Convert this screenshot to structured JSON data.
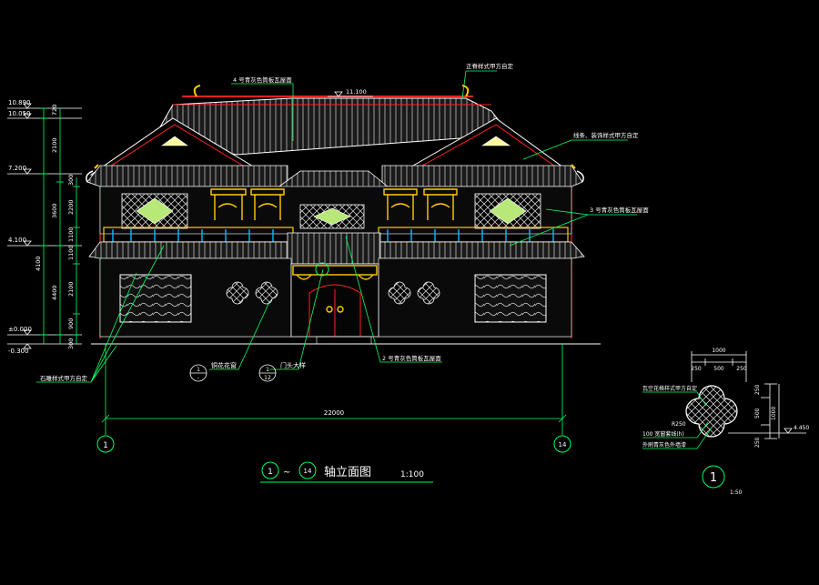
{
  "drawing": {
    "title": "轴立面图",
    "title_axis_from": "1",
    "title_tilde": "~",
    "title_axis_to": "14",
    "scale": "1:100"
  },
  "levels": [
    {
      "label": "10.890"
    },
    {
      "label": "10.050"
    },
    {
      "label": "7.200"
    },
    {
      "label": "4.100"
    },
    {
      "label": "±0.000"
    },
    {
      "label": "-0.300"
    }
  ],
  "dims_left": {
    "outer": [
      "720",
      "2100",
      "3600",
      "4100",
      "4400"
    ],
    "inner": [
      "300",
      "2200",
      "1100",
      "1100",
      "2100",
      "900",
      "300"
    ]
  },
  "ridge_level": "11.100",
  "overall_width": "22000",
  "axis_labels": [
    "1",
    "14"
  ],
  "callouts": [
    "4 号青灰色筒板瓦屋面",
    "正脊样式甲方自定",
    "线条、装饰样式甲方自定",
    "3 号青灰色筒板瓦屋面",
    "2 号青灰色筒板瓦屋面",
    "石雕样式甲方自定"
  ],
  "index_marks": [
    {
      "top": "1",
      "bottom": "-",
      "label": "铜花花窗"
    },
    {
      "top": "1",
      "bottom": "12",
      "label": "门头大样"
    }
  ],
  "detail": {
    "dims_top": [
      "1000",
      "250",
      "500",
      "250"
    ],
    "dims_right": [
      "250",
      "500",
      "250",
      "1000"
    ],
    "radius": "R250",
    "level": "4.450",
    "callouts": [
      "瓦空花格样式甲方自定",
      "100  宽窗套线(h)",
      "外刷青灰色外墙漆"
    ],
    "number": "1",
    "scale": "1:50"
  }
}
